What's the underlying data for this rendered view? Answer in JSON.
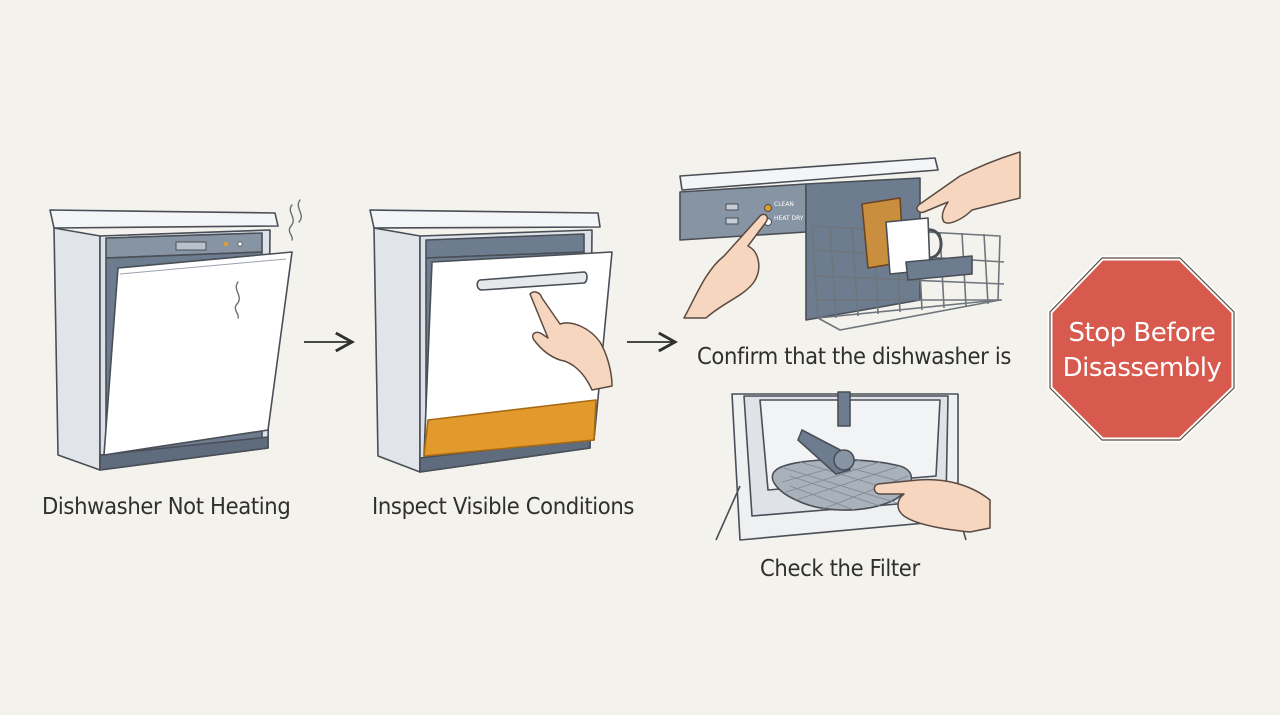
{
  "steps": [
    {
      "label": "Dishwasher Not Heating"
    },
    {
      "label": "Inspect Visible Conditions"
    },
    {
      "label": "Confirm that the dishwasher is"
    },
    {
      "label": "Check the Filter"
    }
  ],
  "stop_sign": {
    "line1": "Stop Before",
    "line2": "Disassembly"
  },
  "panel_text": {
    "top": "CLEAN",
    "bottom": "HEAT DRY"
  },
  "colors": {
    "background": "#f3f2ed",
    "stop_red": "#d85a4f",
    "dishwasher_body": "#e8ebee",
    "control_panel": "#8794a3",
    "kickplate": "#6d7c8e",
    "leak_amber": "#e39a2c",
    "skin": "#f7d6bf"
  }
}
